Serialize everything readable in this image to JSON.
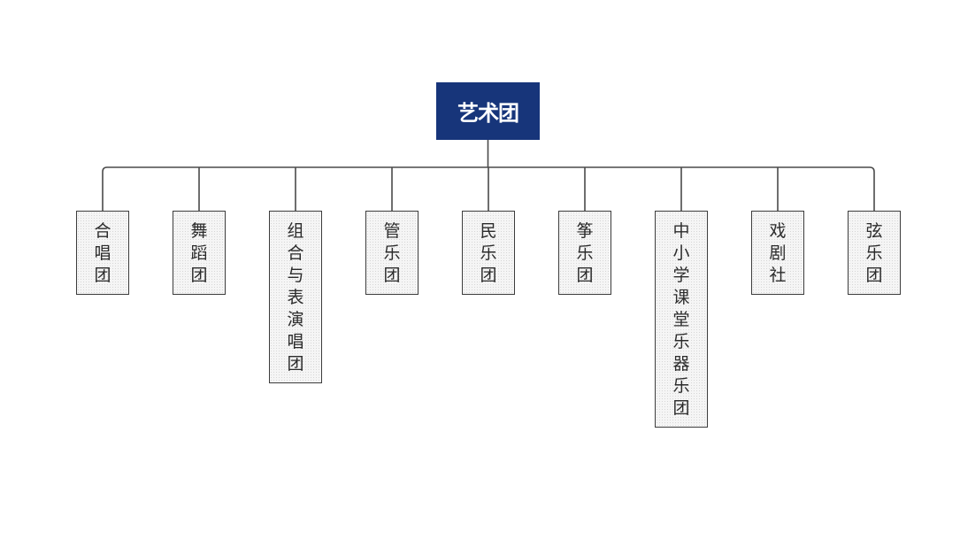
{
  "root": {
    "label": "艺术团",
    "color": "#17357a"
  },
  "line_color": "#4a4a4a",
  "children": [
    {
      "label": "合唱团"
    },
    {
      "label": "舞蹈团"
    },
    {
      "label": "组合与表演唱团"
    },
    {
      "label": "管乐团"
    },
    {
      "label": "民乐团"
    },
    {
      "label": "筝乐团"
    },
    {
      "label": "中小学课堂乐器乐团"
    },
    {
      "label": "戏剧社"
    },
    {
      "label": "弦乐团"
    }
  ]
}
